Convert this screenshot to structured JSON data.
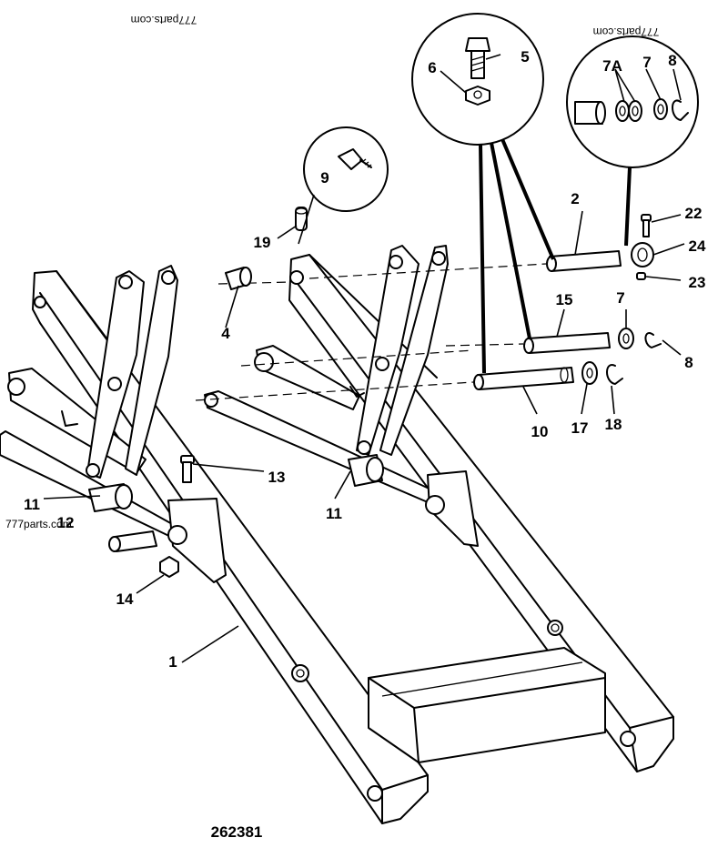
{
  "figure": {
    "number": "262381",
    "watermarks": [
      "777parts.com",
      "777parts.com",
      "777parts.com"
    ],
    "callouts": {
      "c1": "1",
      "c2": "2",
      "c4": "4",
      "c5": "5",
      "c6": "6",
      "c7a": "7A",
      "c7_top": "7",
      "c7_mid": "7",
      "c8_top": "8",
      "c8_mid": "8",
      "c9": "9",
      "c10": "10",
      "c11_left": "11",
      "c11_mid": "11",
      "c12": "12",
      "c13": "13",
      "c14": "14",
      "c15": "15",
      "c17": "17",
      "c18": "18",
      "c19": "19",
      "c22": "22",
      "c23": "23",
      "c24": "24"
    }
  }
}
